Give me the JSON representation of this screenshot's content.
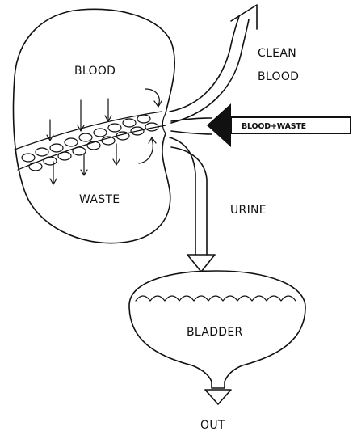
{
  "labels": {
    "blood": "BLOOD",
    "clean_line1": "CLEAN",
    "clean_line2": "BLOOD",
    "blood_waste": "BLOOD+WASTE",
    "waste": "WASTE",
    "urine": "URINE",
    "bladder": "BLADDER",
    "out": "OUT"
  },
  "colors": {
    "ink": "#111111",
    "paper": "#ffffff"
  }
}
